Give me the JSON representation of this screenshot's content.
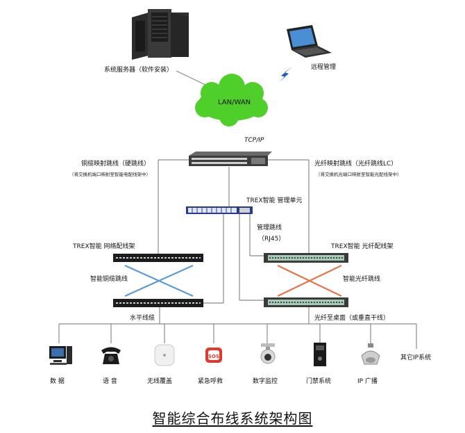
{
  "nodes": {
    "server": "系统服务器（软件安装）",
    "remote": "远程管理",
    "cloud": "LAN/WAN",
    "protocol": "TCP/IP",
    "unit": "TREX智能 管理单元",
    "mgmt_cable": "管理跳线",
    "mgmt_cable_type": "（RJ45）",
    "copper_map": "铜缆映射跳线（硬跳线）",
    "copper_map_note": "（将交换机端口映射至智能电配线架中）",
    "fiber_map": "光纤映射跳线（光纤跳线LC）",
    "fiber_map_note": "（将交换机光端口映射至智能光配线架中）",
    "copper_panel": "TREX智能 网络配线架",
    "fiber_panel": "TREX智能 光纤配线架",
    "copper_jumper": "智能铜缆跳线",
    "fiber_jumper": "智能光纤跳线",
    "horizontal": "水平线缆",
    "fiber_desk": "光纤至桌面（或垂直干线）"
  },
  "endpoints": [
    {
      "label": "数 据",
      "icon": "desktop-computer-icon"
    },
    {
      "label": "语 音",
      "icon": "telephone-icon"
    },
    {
      "label": "无线覆盖",
      "icon": "wireless-ap-icon"
    },
    {
      "label": "紧急呼救",
      "icon": "sos-icon"
    },
    {
      "label": "数字监控",
      "icon": "dome-camera-icon"
    },
    {
      "label": "门禁系统",
      "icon": "access-control-icon"
    },
    {
      "label": "IP 广播",
      "icon": "speaker-icon"
    },
    {
      "label": "其它IP系统",
      "icon": ""
    }
  ],
  "title": "智能综合布线系统架构图",
  "colors": {
    "line": "#8a8a8a",
    "copper_cross": "#5b9bd5",
    "fiber_cross": "#e8734a",
    "cloud": "#4fcf2a",
    "bolt": "#1f5fbf"
  }
}
